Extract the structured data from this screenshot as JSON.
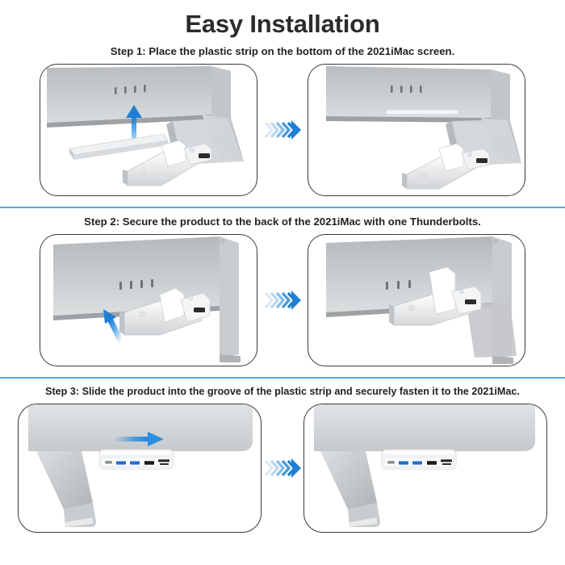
{
  "header": {
    "title": "Easy Installation"
  },
  "colors": {
    "accent_blue": "#5ba9d8",
    "arrow_blue": "#1f7fd4",
    "arrow_blue_light": "#bfdff5",
    "usb3_blue": "#1f6fd0",
    "usb2_black": "#1a1a1a",
    "usbc_gray": "#8b9094",
    "device_silver": "#c9ccce",
    "device_light": "#e9eaec",
    "text": "#231f20",
    "panel_border": "#3a3a3a"
  },
  "steps": [
    {
      "id": "step-1",
      "caption": "Step 1: Place the plastic strip on the bottom of the 2021iMac screen.",
      "transition_icon": "chevron-right-arrow-icon",
      "before": {
        "name": "step-1-before-illustration",
        "motion_icon": "arrow-up-icon",
        "alt": "iMac back with four ports, plastic strip and hub detached below"
      },
      "after": {
        "name": "step-1-after-illustration",
        "alt": "Plastic strip attached to bottom of iMac screen, hub still below"
      }
    },
    {
      "id": "step-2",
      "caption": "Step 2: Secure the product to the back of the 2021iMac with one Thunderbolts.",
      "transition_icon": "chevron-right-arrow-icon",
      "before": {
        "name": "step-2-before-illustration",
        "motion_icon": "arrow-up-left-icon",
        "alt": "Hub being raised toward the back of the iMac"
      },
      "after": {
        "name": "step-2-after-illustration",
        "alt": "Hub secured against the back of the iMac"
      }
    },
    {
      "id": "step-3",
      "caption": "Step 3: Slide the product into the groove of the plastic strip and securely fasten it to the 2021iMac.",
      "transition_icon": "chevron-right-arrow-icon",
      "before": {
        "name": "step-3-before-illustration",
        "motion_icon": "arrow-right-icon",
        "alt": "Hub sliding right into the groove, front port face visible"
      },
      "after": {
        "name": "step-3-after-illustration",
        "alt": "Hub fully fastened into the plastic strip groove"
      }
    }
  ],
  "hub_ports": [
    {
      "type": "usb-c-port",
      "label": "USB-C"
    },
    {
      "type": "usb3-port",
      "label": "USB 3.0"
    },
    {
      "type": "usb3-port",
      "label": "USB 3.0"
    },
    {
      "type": "usb2-port",
      "label": "USB 2.0"
    },
    {
      "type": "sd-card-slot",
      "label": "SD"
    },
    {
      "type": "microsd-card-slot",
      "label": "microSD"
    }
  ],
  "imac_port_slots": 4
}
